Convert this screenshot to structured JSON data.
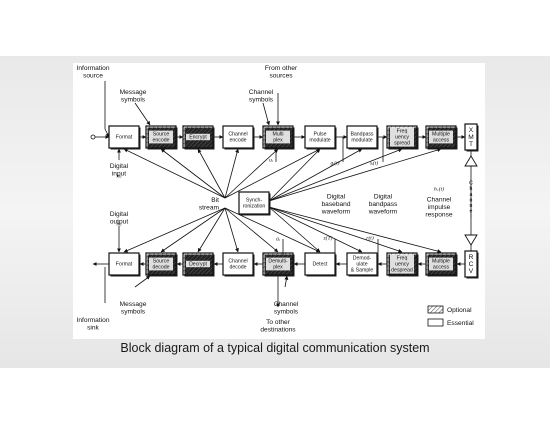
{
  "caption": "Block diagram of a typical digital communication system",
  "top_chain": [
    {
      "lines": [
        "Format"
      ],
      "optional": false
    },
    {
      "lines": [
        "Source",
        "encode"
      ],
      "optional": true
    },
    {
      "lines": [
        "Encrypt"
      ],
      "optional": true
    },
    {
      "lines": [
        "Channel",
        "encode"
      ],
      "optional": false
    },
    {
      "lines": [
        "Multi",
        "plex"
      ],
      "optional": true
    },
    {
      "lines": [
        "Pulse",
        "modulate"
      ],
      "optional": false
    },
    {
      "lines": [
        "Bandpass",
        "modulate"
      ],
      "optional": false
    },
    {
      "lines": [
        "Freq",
        "uency",
        "spread"
      ],
      "optional": true
    },
    {
      "lines": [
        "Multiple",
        "access"
      ],
      "optional": true
    },
    {
      "lines": [
        "X",
        "M",
        "T"
      ],
      "optional": false
    }
  ],
  "bottom_chain": [
    {
      "lines": [
        "Format"
      ],
      "optional": false
    },
    {
      "lines": [
        "Source",
        "decode"
      ],
      "optional": true
    },
    {
      "lines": [
        "Decrypt"
      ],
      "optional": true
    },
    {
      "lines": [
        "Channel",
        "decode"
      ],
      "optional": false
    },
    {
      "lines": [
        "Demulti-",
        "plex"
      ],
      "optional": true
    },
    {
      "lines": [
        "Detect"
      ],
      "optional": false
    },
    {
      "lines": [
        "Demod-",
        "ulate",
        "& Sample"
      ],
      "optional": false
    },
    {
      "lines": [
        "Freq",
        "uency",
        "despread"
      ],
      "optional": true
    },
    {
      "lines": [
        "Multiple",
        "access"
      ],
      "optional": true
    },
    {
      "lines": [
        "R",
        "C",
        "V"
      ],
      "optional": false
    }
  ],
  "sync_block": [
    "Synch-",
    "ronization"
  ],
  "labels": {
    "info_source": [
      "Information",
      "source"
    ],
    "msg_symbols_top": [
      "Message",
      "symbols"
    ],
    "channel_symbols_top": [
      "Channel",
      "symbols"
    ],
    "from_other_sources": [
      "From other",
      "sources"
    ],
    "digital_input": [
      "Digital",
      "input"
    ],
    "digital_output": [
      "Digital",
      "output"
    ],
    "bit_stream": [
      "Bit",
      "stream"
    ],
    "digital_baseband": [
      "Digital",
      "baseband",
      "waveform"
    ],
    "digital_bandpass": [
      "Digital",
      "bandpass",
      "waveform"
    ],
    "channel_impulse": [
      "Channel",
      "impulse",
      "response"
    ],
    "channel_vertical": [
      "C",
      "h",
      "a",
      "n",
      "n",
      "e",
      "l"
    ],
    "msg_symbols_bottom": [
      "Message",
      "symbols"
    ],
    "channel_symbols_bottom": [
      "Channel",
      "symbols"
    ],
    "info_sink": [
      "Information",
      "sink"
    ],
    "to_other_destinations": [
      "To other",
      "destinations"
    ]
  },
  "math": {
    "m_i": "mᵢ",
    "m_hat_i": "m̂ᵢ",
    "u_i": "uᵢ",
    "u_hat_i": "ûᵢ",
    "g_i_t": "gᵢ(t)",
    "s_i_t": "sᵢ(t)",
    "z_T": "z(T)",
    "r_t": "r(t)",
    "h_c_t": "h꜀(t)"
  },
  "legend": {
    "optional": "Optional",
    "essential": "Essential"
  },
  "colors": {
    "line": "#111111",
    "hatch": "#555555",
    "band": "#ececec"
  }
}
